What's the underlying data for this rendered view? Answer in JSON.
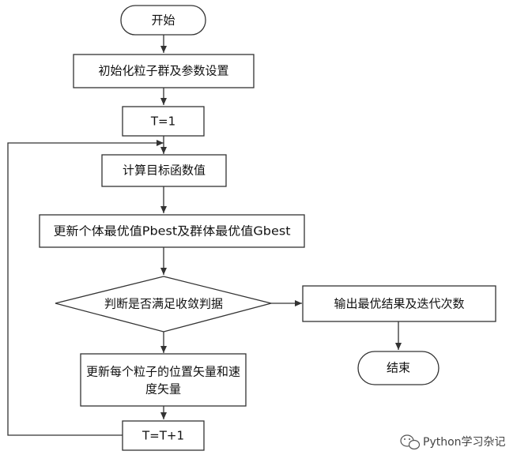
{
  "flowchart": {
    "start": "开始",
    "init": "初始化粒子群及参数设置",
    "t_init": "T=1",
    "compute": "计算目标函数值",
    "update_best": "更新个体最优值Pbest及群体最优值Gbest",
    "decision": "判断是否满足收敛判据",
    "update_particles_line1": "更新每个粒子的位置矢量和速",
    "update_particles_line2": "度矢量",
    "t_increment": "T=T+1",
    "output": "输出最优结果及迭代次数",
    "end": "结束"
  },
  "watermark": {
    "text": "Python学习杂记",
    "icon": "wechat-icon"
  }
}
